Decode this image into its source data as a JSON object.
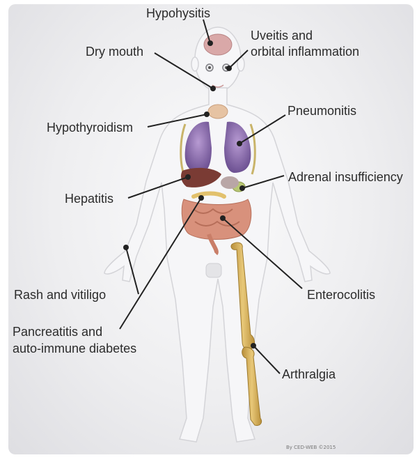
{
  "labels": {
    "hypophysitis": "Hypohysitis",
    "uveitis": "Uveitis and\norbital inflammation",
    "dry_mouth": "Dry mouth",
    "hypothyroidism": "Hypothyroidism",
    "pneumonitis": "Pneumonitis",
    "adrenal": "Adrenal insufficiency",
    "hepatitis": "Hepatitis",
    "rash": "Rash and vitiligo",
    "enterocolitis": "Enterocolitis",
    "pancreatitis": "Pancreatitis and\nauto-immune diabetes",
    "arthralgia": "Arthralgia"
  },
  "credit": "By CED-WEB ©2015",
  "colors": {
    "body_fill": "#f4f4f6",
    "body_outline": "#d6d6da",
    "brain": "#d9a8a8",
    "lungs": "#8f73b0",
    "liver": "#7a3b34",
    "intestine": "#d8917c",
    "thyroid": "#e6c3a3",
    "bone": "#d7b35e",
    "leader_line": "#222222",
    "dot": "#222222"
  }
}
